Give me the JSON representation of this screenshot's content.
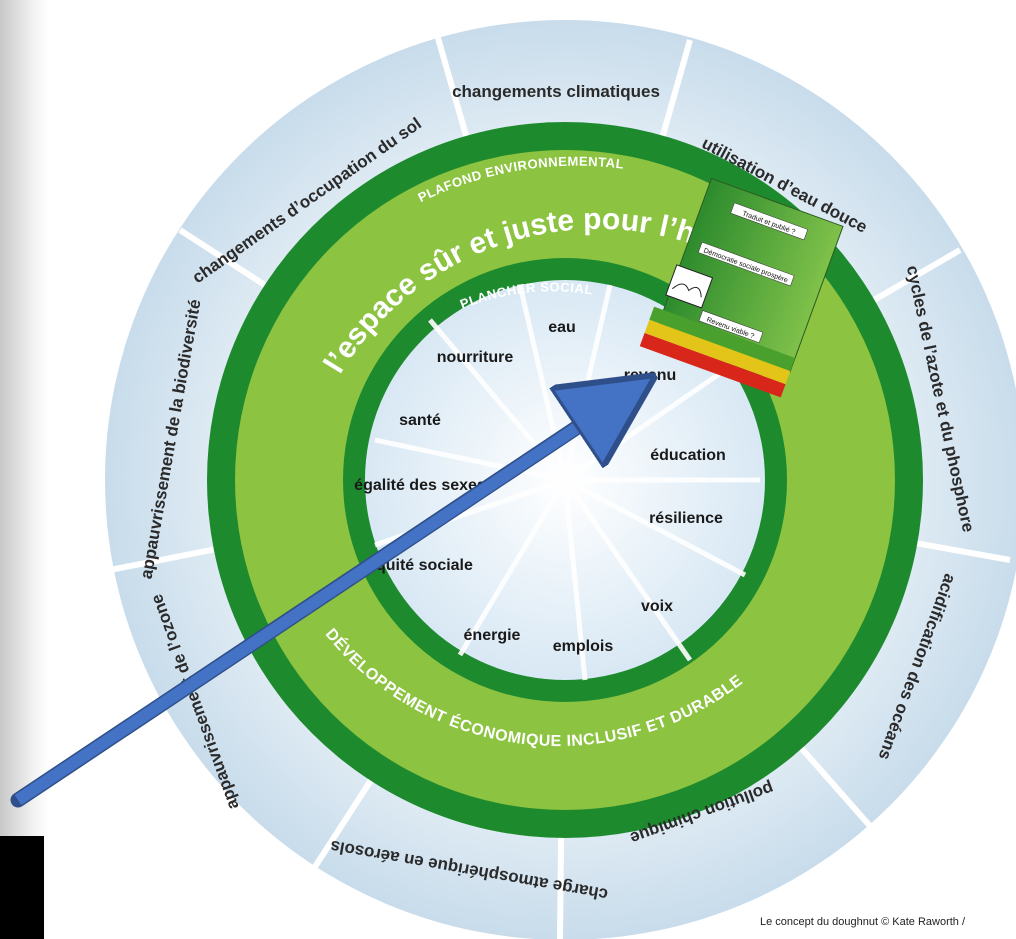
{
  "diagram": {
    "ceiling_label": "PLAFOND ENVIRONNEMENTAL",
    "floor_label": "PLANCHER SOCIAL",
    "safe_space_label": "l’espace sûr et juste pour l’h",
    "development_label": "DÉVELOPPEMENT ÉCONOMIQUE INCLUSIF ET DURABLE",
    "outer_sectors": [
      "changements climatiques",
      "utilisation d’eau douce",
      "cycles de l’azote et du phosphore",
      "acidification des océans",
      "pollution chimique",
      "charge atmosphérique en aérosols",
      "appauvrissement de l’ozone",
      "appauvrissement de la biodiversité",
      "changements d’occupation du sol"
    ],
    "inner_sectors": [
      "eau",
      "revenu",
      "éducation",
      "résilience",
      "voix",
      "emplois",
      "énergie",
      "équité sociale",
      "égalité des sexes",
      "santé",
      "nourriture"
    ],
    "book": {
      "labels": [
        "Traduit et publié ?",
        "Démocratie sociale prospère",
        "Revenu viable ?"
      ],
      "colors": [
        "#4aa02c",
        "#e2c518",
        "#d8261a"
      ]
    },
    "credit": "Le concept du doughnut © Kate Raworth /"
  },
  "colors": {
    "dark_green": "#1e8a2e",
    "light_green": "#8cc341",
    "arrow": "#4472c4",
    "outer_bg": "#dbe9f3"
  }
}
